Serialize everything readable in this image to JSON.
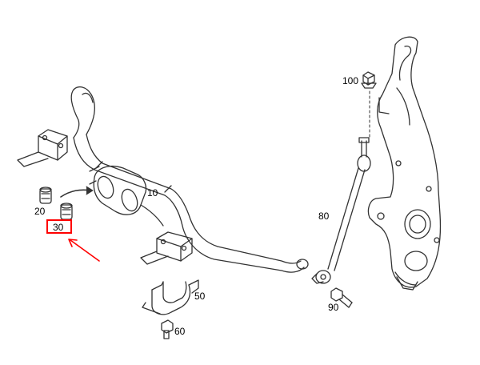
{
  "diagram": {
    "parts": [
      {
        "id": "stabilizer-bar",
        "number": "10"
      },
      {
        "id": "bushing-20",
        "number": "20"
      },
      {
        "id": "bushing-30",
        "number": "30"
      },
      {
        "id": "bracket",
        "number": "50"
      },
      {
        "id": "bolt-60",
        "number": "60"
      },
      {
        "id": "link-rod",
        "number": "80"
      },
      {
        "id": "bolt-90",
        "number": "90"
      },
      {
        "id": "nut-100",
        "number": "100"
      }
    ],
    "highlighted_part": "30",
    "highlight_color": "#ff0000",
    "line_color": "#333333"
  }
}
